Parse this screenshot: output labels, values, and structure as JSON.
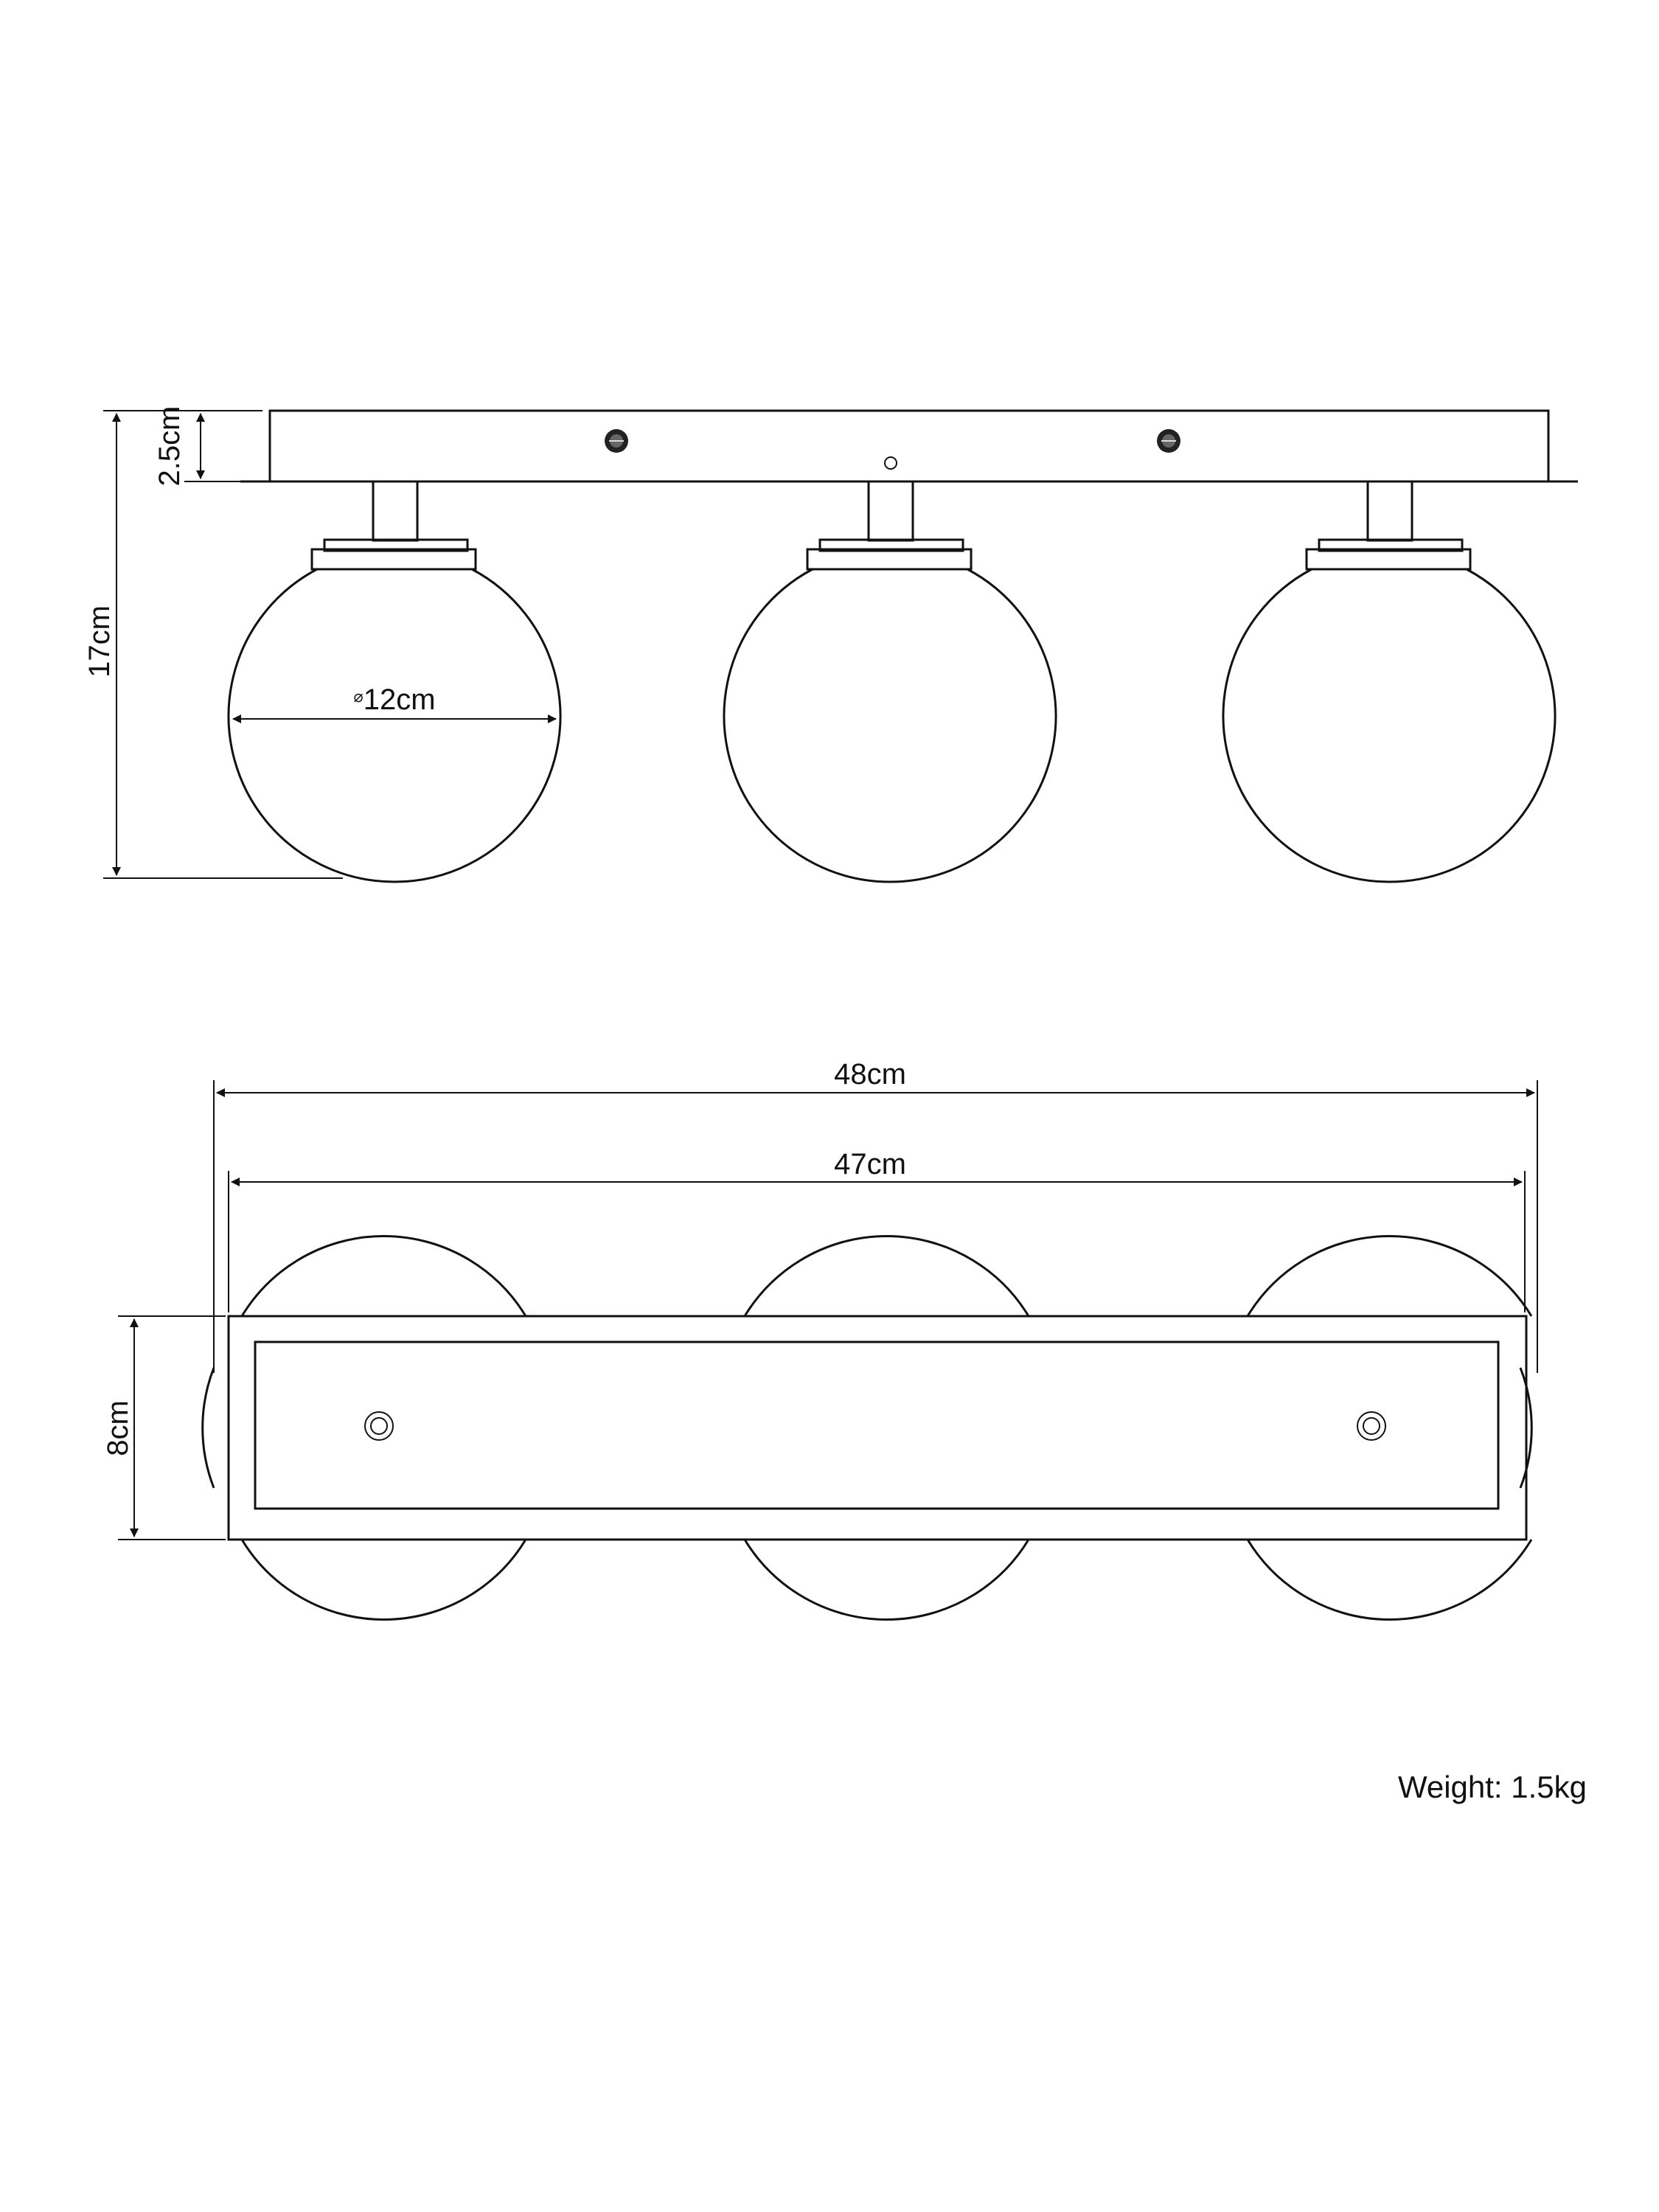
{
  "dimensions": {
    "overall_height": "17cm",
    "backplate_height": "2.5cm",
    "globe_diameter": "12cm",
    "overall_length": "48cm",
    "backplate_length": "47cm",
    "backplate_width": "8cm",
    "diameter_symbol": "⌀"
  },
  "weight": "Weight: 1.5kg",
  "colors": {
    "line": "#111111",
    "background": "#ffffff"
  }
}
